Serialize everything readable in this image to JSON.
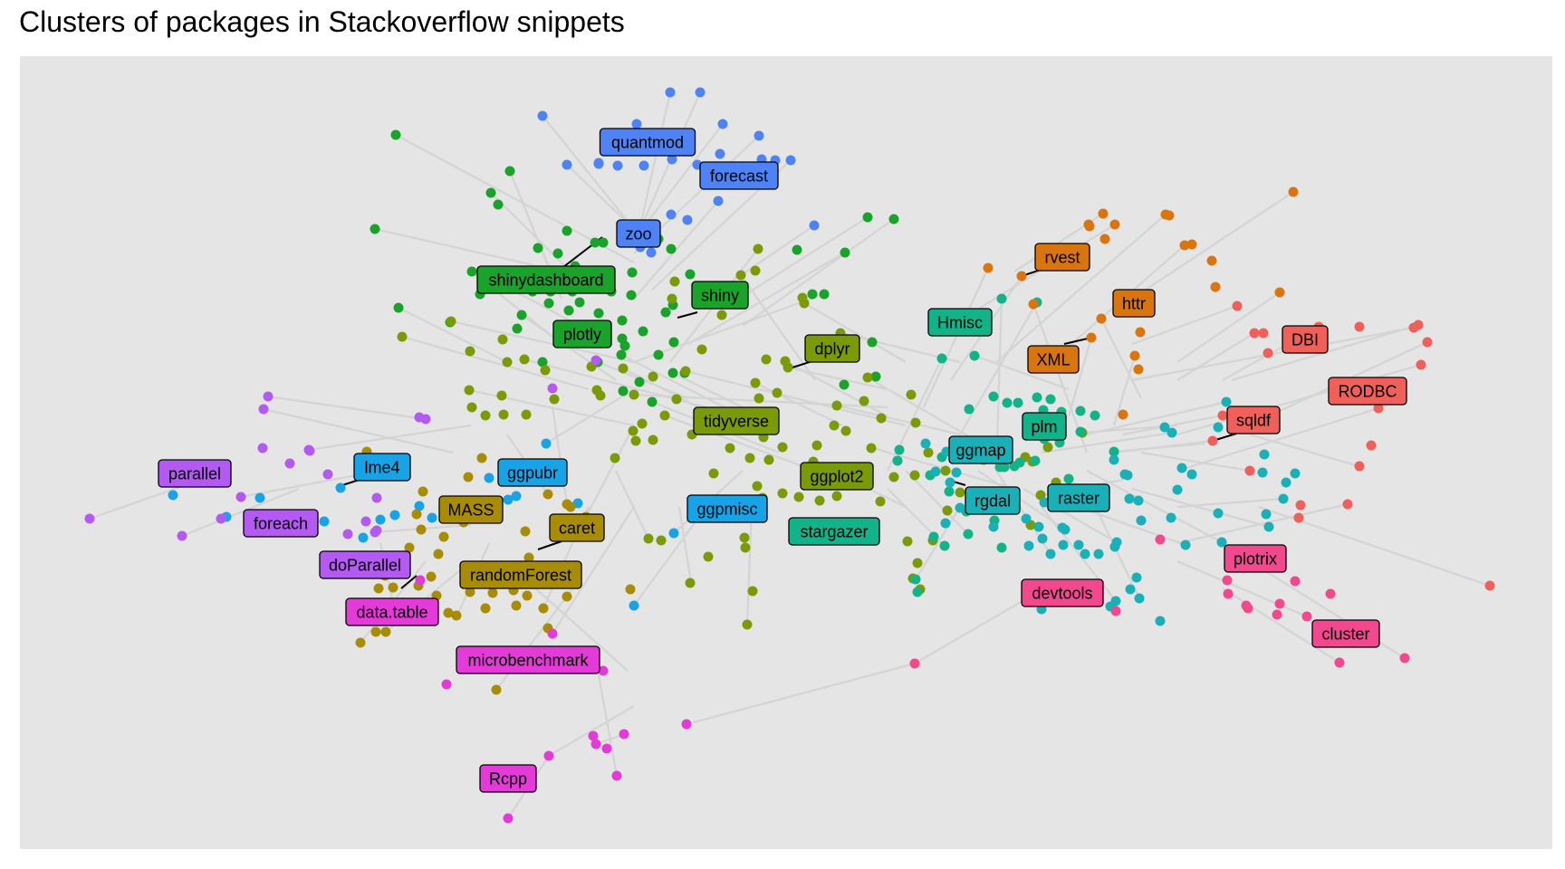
{
  "title": "Clusters of packages in Stackoverflow snippets",
  "colors": {
    "panel": "#e5e5e5",
    "edge": "#d4d4d4",
    "clusters": {
      "blue": "#4f83f5",
      "green": "#1aa32a",
      "olive": "#7a9a08",
      "teal": "#12b388",
      "orange": "#d9750e",
      "red": "#f0605a",
      "cyan": "#1ab0b8",
      "sky": "#18a3e6",
      "purple": "#b35af2",
      "gold": "#a88c06",
      "magenta": "#e33ad8",
      "pink": "#f2488e"
    }
  },
  "labels": [
    {
      "text": "quantmod",
      "cluster": "blue"
    },
    {
      "text": "forecast",
      "cluster": "blue"
    },
    {
      "text": "zoo",
      "cluster": "blue"
    },
    {
      "text": "shinydashboard",
      "cluster": "green"
    },
    {
      "text": "shiny",
      "cluster": "green"
    },
    {
      "text": "plotly",
      "cluster": "green"
    },
    {
      "text": "dplyr",
      "cluster": "olive"
    },
    {
      "text": "tidyverse",
      "cluster": "olive"
    },
    {
      "text": "ggplot2",
      "cluster": "olive"
    },
    {
      "text": "stargazer",
      "cluster": "teal"
    },
    {
      "text": "Hmisc",
      "cluster": "teal"
    },
    {
      "text": "plm",
      "cluster": "teal"
    },
    {
      "text": "ggmap",
      "cluster": "cyan"
    },
    {
      "text": "rgdal",
      "cluster": "cyan"
    },
    {
      "text": "raster",
      "cluster": "cyan"
    },
    {
      "text": "rvest",
      "cluster": "orange"
    },
    {
      "text": "httr",
      "cluster": "orange"
    },
    {
      "text": "XML",
      "cluster": "orange"
    },
    {
      "text": "DBI",
      "cluster": "red"
    },
    {
      "text": "RODBC",
      "cluster": "red"
    },
    {
      "text": "sqldf",
      "cluster": "red"
    },
    {
      "text": "plotrix",
      "cluster": "pink"
    },
    {
      "text": "cluster",
      "cluster": "pink"
    },
    {
      "text": "devtools",
      "cluster": "pink"
    },
    {
      "text": "ggpubr",
      "cluster": "sky"
    },
    {
      "text": "ggpmisc",
      "cluster": "sky"
    },
    {
      "text": "lme4",
      "cluster": "sky"
    },
    {
      "text": "parallel",
      "cluster": "purple"
    },
    {
      "text": "foreach",
      "cluster": "purple"
    },
    {
      "text": "doParallel",
      "cluster": "purple"
    },
    {
      "text": "MASS",
      "cluster": "gold"
    },
    {
      "text": "caret",
      "cluster": "gold"
    },
    {
      "text": "randomForest",
      "cluster": "gold"
    },
    {
      "text": "data.table",
      "cluster": "magenta"
    },
    {
      "text": "microbenchmark",
      "cluster": "magenta"
    },
    {
      "text": "Rcpp",
      "cluster": "magenta"
    }
  ]
}
